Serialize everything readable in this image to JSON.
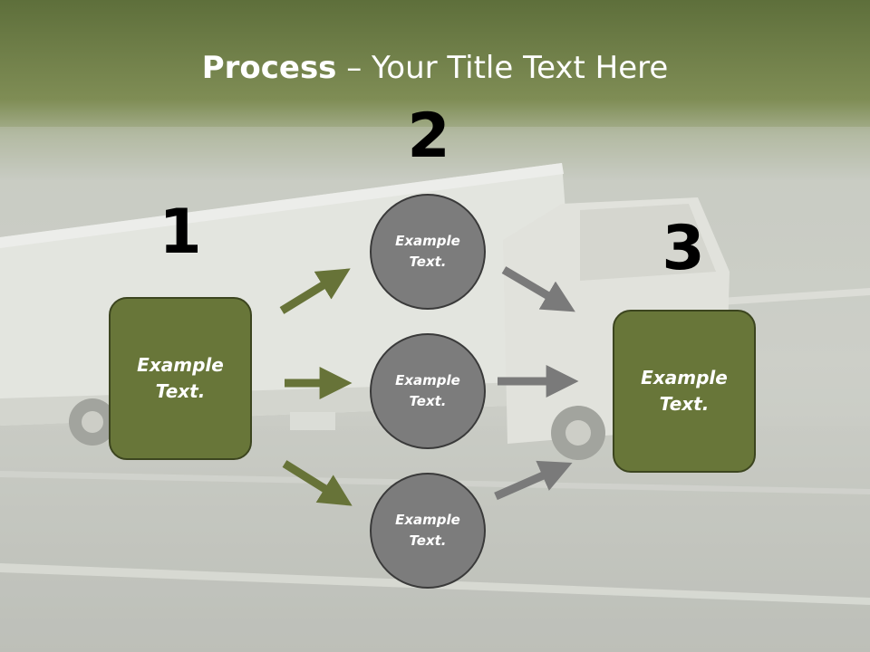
{
  "title": {
    "bold": "Process",
    "rest": " – Your Title Text Here"
  },
  "steps": [
    {
      "number": "1",
      "label": "Example\nText."
    },
    {
      "number": "2",
      "items": [
        "Example\nText.",
        "Example\nText.",
        "Example\nText."
      ]
    },
    {
      "number": "3",
      "label": "Example\nText."
    }
  ],
  "colors": {
    "box_fill": "#687639",
    "circle_fill": "#7c7c7c",
    "green_arrow": "#677338",
    "gray_arrow": "#7a7a7a"
  }
}
